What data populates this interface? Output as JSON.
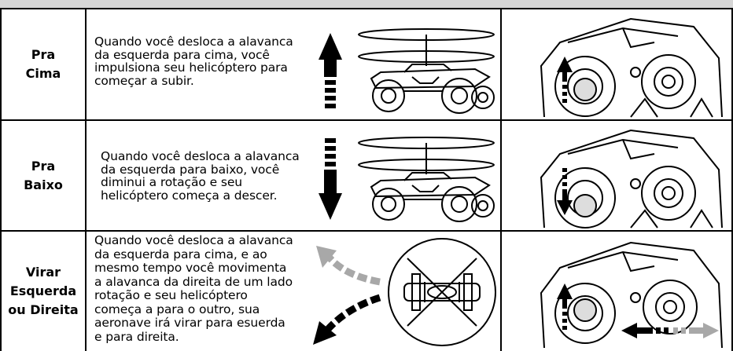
{
  "rows": [
    {
      "label_lines": [
        "Pra",
        "Cima"
      ],
      "desc_lines": [
        "Quando você desloca a alavanca",
        "da esquerda para cima, você",
        "impulsiona seu helicóptero para",
        "começar a subir."
      ],
      "arrow": "up-arrow-icon"
    },
    {
      "label_lines": [
        "Pra",
        "Baixo"
      ],
      "desc_lines": [
        "Quando você desloca a alavanca",
        "da esquerda para baixo, você",
        "diminui a rotação e seu",
        "helicóptero começa a descer."
      ],
      "arrow": "down-arrow-icon"
    },
    {
      "label_lines": [
        "Virar",
        "Esquerda",
        "ou Direita"
      ],
      "desc_lines": [
        "Quando você desloca a alavanca",
        "da esquerda para cima, e ao",
        "mesmo tempo você movimenta",
        "a alavanca da direita de um lado",
        "rotação e seu helicóptero",
        "começa a para o outro, sua",
        "aeronave irá virar para esuerda",
        "e para direita."
      ],
      "arrow": "curved-turn-arrows-icon"
    }
  ],
  "colors": {
    "header_band": "#d6d6d6",
    "line": "#000000",
    "arrow_gray": "#a8a8a8"
  }
}
